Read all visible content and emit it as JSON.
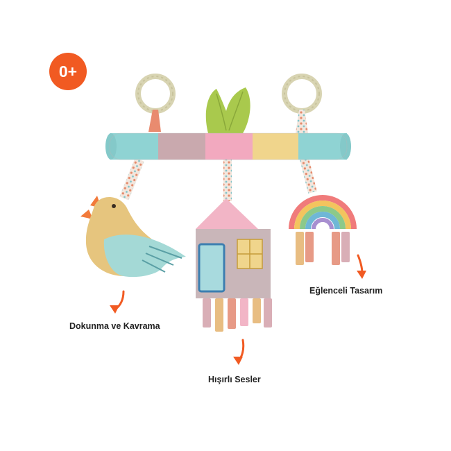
{
  "badge": {
    "age": "0+"
  },
  "features": {
    "touch": "Dokunma ve Kavrama",
    "sound": "Hışırlı Sesler",
    "design": "Eğlenceli Tasarım"
  },
  "colors": {
    "accent": "#f15a22",
    "teal": "#8fd3d3",
    "pink": "#f2a9bf",
    "yellow": "#f0d58c",
    "mauve": "#c9a9ae"
  },
  "icons": [
    "arrow-down-icon"
  ]
}
